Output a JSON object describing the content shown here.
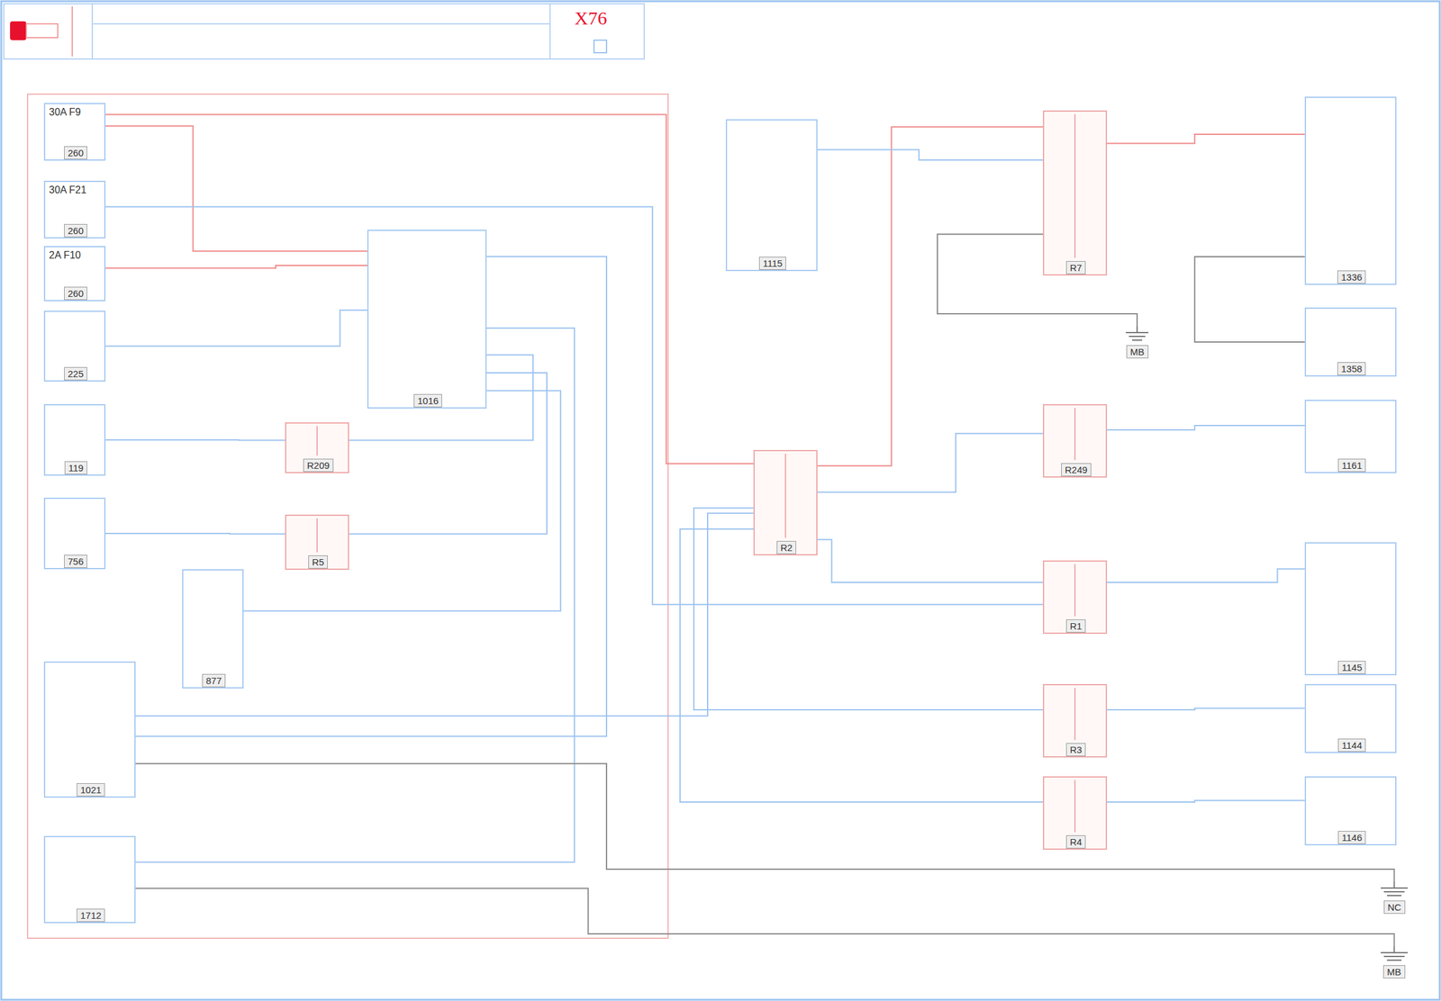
{
  "diagram": {
    "nodes": [
      {
        "text": [
          "30A F9",
          "260"
        ]
      },
      {
        "text": [
          "30A F21",
          "260"
        ]
      },
      {
        "text": [
          "2A F10",
          "260"
        ]
      },
      {
        "text": [
          "225"
        ]
      },
      {
        "text": [
          "1016"
        ]
      },
      {
        "text": [
          "1115"
        ]
      },
      {
        "text": [
          "R7"
        ]
      },
      {
        "text": [
          "1336"
        ]
      },
      {
        "text": [
          "MB"
        ]
      },
      {
        "text": [
          "1358"
        ]
      },
      {
        "text": [
          "119"
        ]
      },
      {
        "text": [
          "R209"
        ]
      },
      {
        "text": [
          "R249"
        ]
      },
      {
        "text": [
          "1161"
        ]
      },
      {
        "text": [
          "R2"
        ]
      },
      {
        "text": [
          "756"
        ]
      },
      {
        "text": [
          "R5"
        ]
      },
      {
        "text": [
          "1145"
        ]
      },
      {
        "text": [
          "R1"
        ]
      },
      {
        "text": [
          "877"
        ]
      },
      {
        "text": [
          "1021"
        ]
      },
      {
        "text": [
          "R3"
        ]
      },
      {
        "text": [
          "1144"
        ]
      },
      {
        "text": [
          "R4"
        ]
      },
      {
        "text": [
          "1146"
        ]
      },
      {
        "text": [
          "1712"
        ]
      },
      {
        "text": [
          "NC"
        ]
      },
      {
        "text": [
          "MB"
        ]
      }
    ],
    "edges": [
      {
        "from": 0,
        "to": 4,
        "arrow": "none"
      },
      {
        "from": 0,
        "to": 14,
        "arrow": "none"
      },
      {
        "from": 1,
        "to": 18,
        "arrow": "none"
      },
      {
        "from": 2,
        "to": 4,
        "arrow": "none"
      },
      {
        "from": 3,
        "to": 4,
        "arrow": "none"
      },
      {
        "from": 10,
        "to": 11,
        "arrow": "none"
      },
      {
        "from": 11,
        "to": 4,
        "arrow": "none"
      },
      {
        "from": 15,
        "to": 16,
        "arrow": "none"
      },
      {
        "from": 16,
        "to": 4,
        "arrow": "none"
      },
      {
        "from": 19,
        "to": 4,
        "arrow": "none"
      },
      {
        "from": 20,
        "to": 14,
        "arrow": "none"
      },
      {
        "from": 4,
        "to": 20,
        "arrow": "none"
      },
      {
        "from": 25,
        "to": 4,
        "arrow": "none"
      },
      {
        "from": 20,
        "to": 26,
        "arrow": "none"
      },
      {
        "from": 25,
        "to": 27,
        "arrow": "none"
      },
      {
        "from": 14,
        "to": 6,
        "arrow": "none"
      },
      {
        "from": 5,
        "to": 6,
        "arrow": "none"
      },
      {
        "from": 6,
        "to": 7,
        "arrow": "none"
      },
      {
        "from": 6,
        "to": 8,
        "arrow": "none"
      },
      {
        "from": 7,
        "to": 9,
        "arrow": "none"
      },
      {
        "from": 14,
        "to": 12,
        "arrow": "none"
      },
      {
        "from": 12,
        "to": 13,
        "arrow": "none"
      },
      {
        "from": 14,
        "to": 18,
        "arrow": "none"
      },
      {
        "from": 18,
        "to": 17,
        "arrow": "none"
      },
      {
        "from": 14,
        "to": 21,
        "arrow": "none"
      },
      {
        "from": 21,
        "to": 22,
        "arrow": "none"
      },
      {
        "from": 14,
        "to": 23,
        "arrow": "none"
      },
      {
        "from": 23,
        "to": 24,
        "arrow": "none"
      }
    ],
    "labels": [
      "X76"
    ]
  }
}
